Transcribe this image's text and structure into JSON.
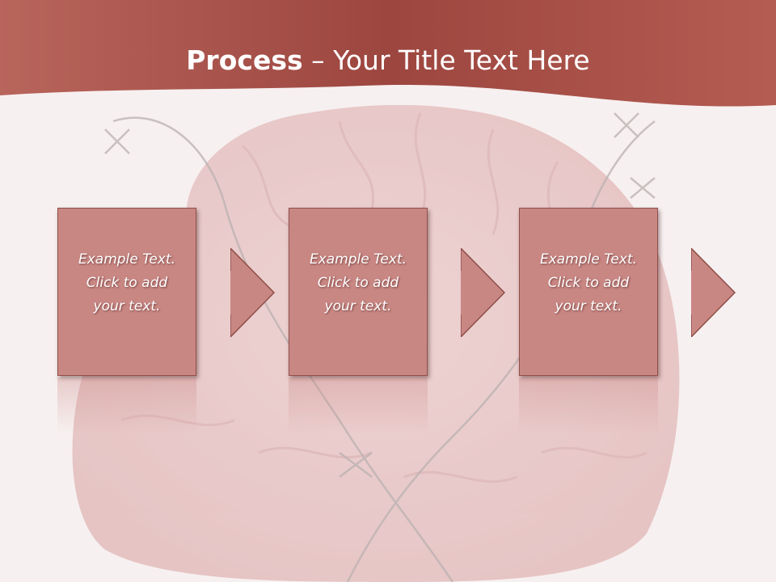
{
  "title": {
    "bold": "Process",
    "rest": " – Your Title Text Here"
  },
  "steps": [
    {
      "line1": "Example Text.",
      "line2": "Click  to add",
      "line3": "your text."
    },
    {
      "line1": "Example Text.",
      "line2": "Click  to add",
      "line3": "your text."
    },
    {
      "line1": "Example Text.",
      "line2": "Click  to add",
      "line3": "your text."
    }
  ],
  "colors": {
    "header": "#a9524a",
    "box": "#c98783",
    "box_border": "#8f4f4a",
    "text": "#ffffff",
    "background": "#f6eeee"
  },
  "background_image": "brain-wrapped-in-barbed-wire"
}
